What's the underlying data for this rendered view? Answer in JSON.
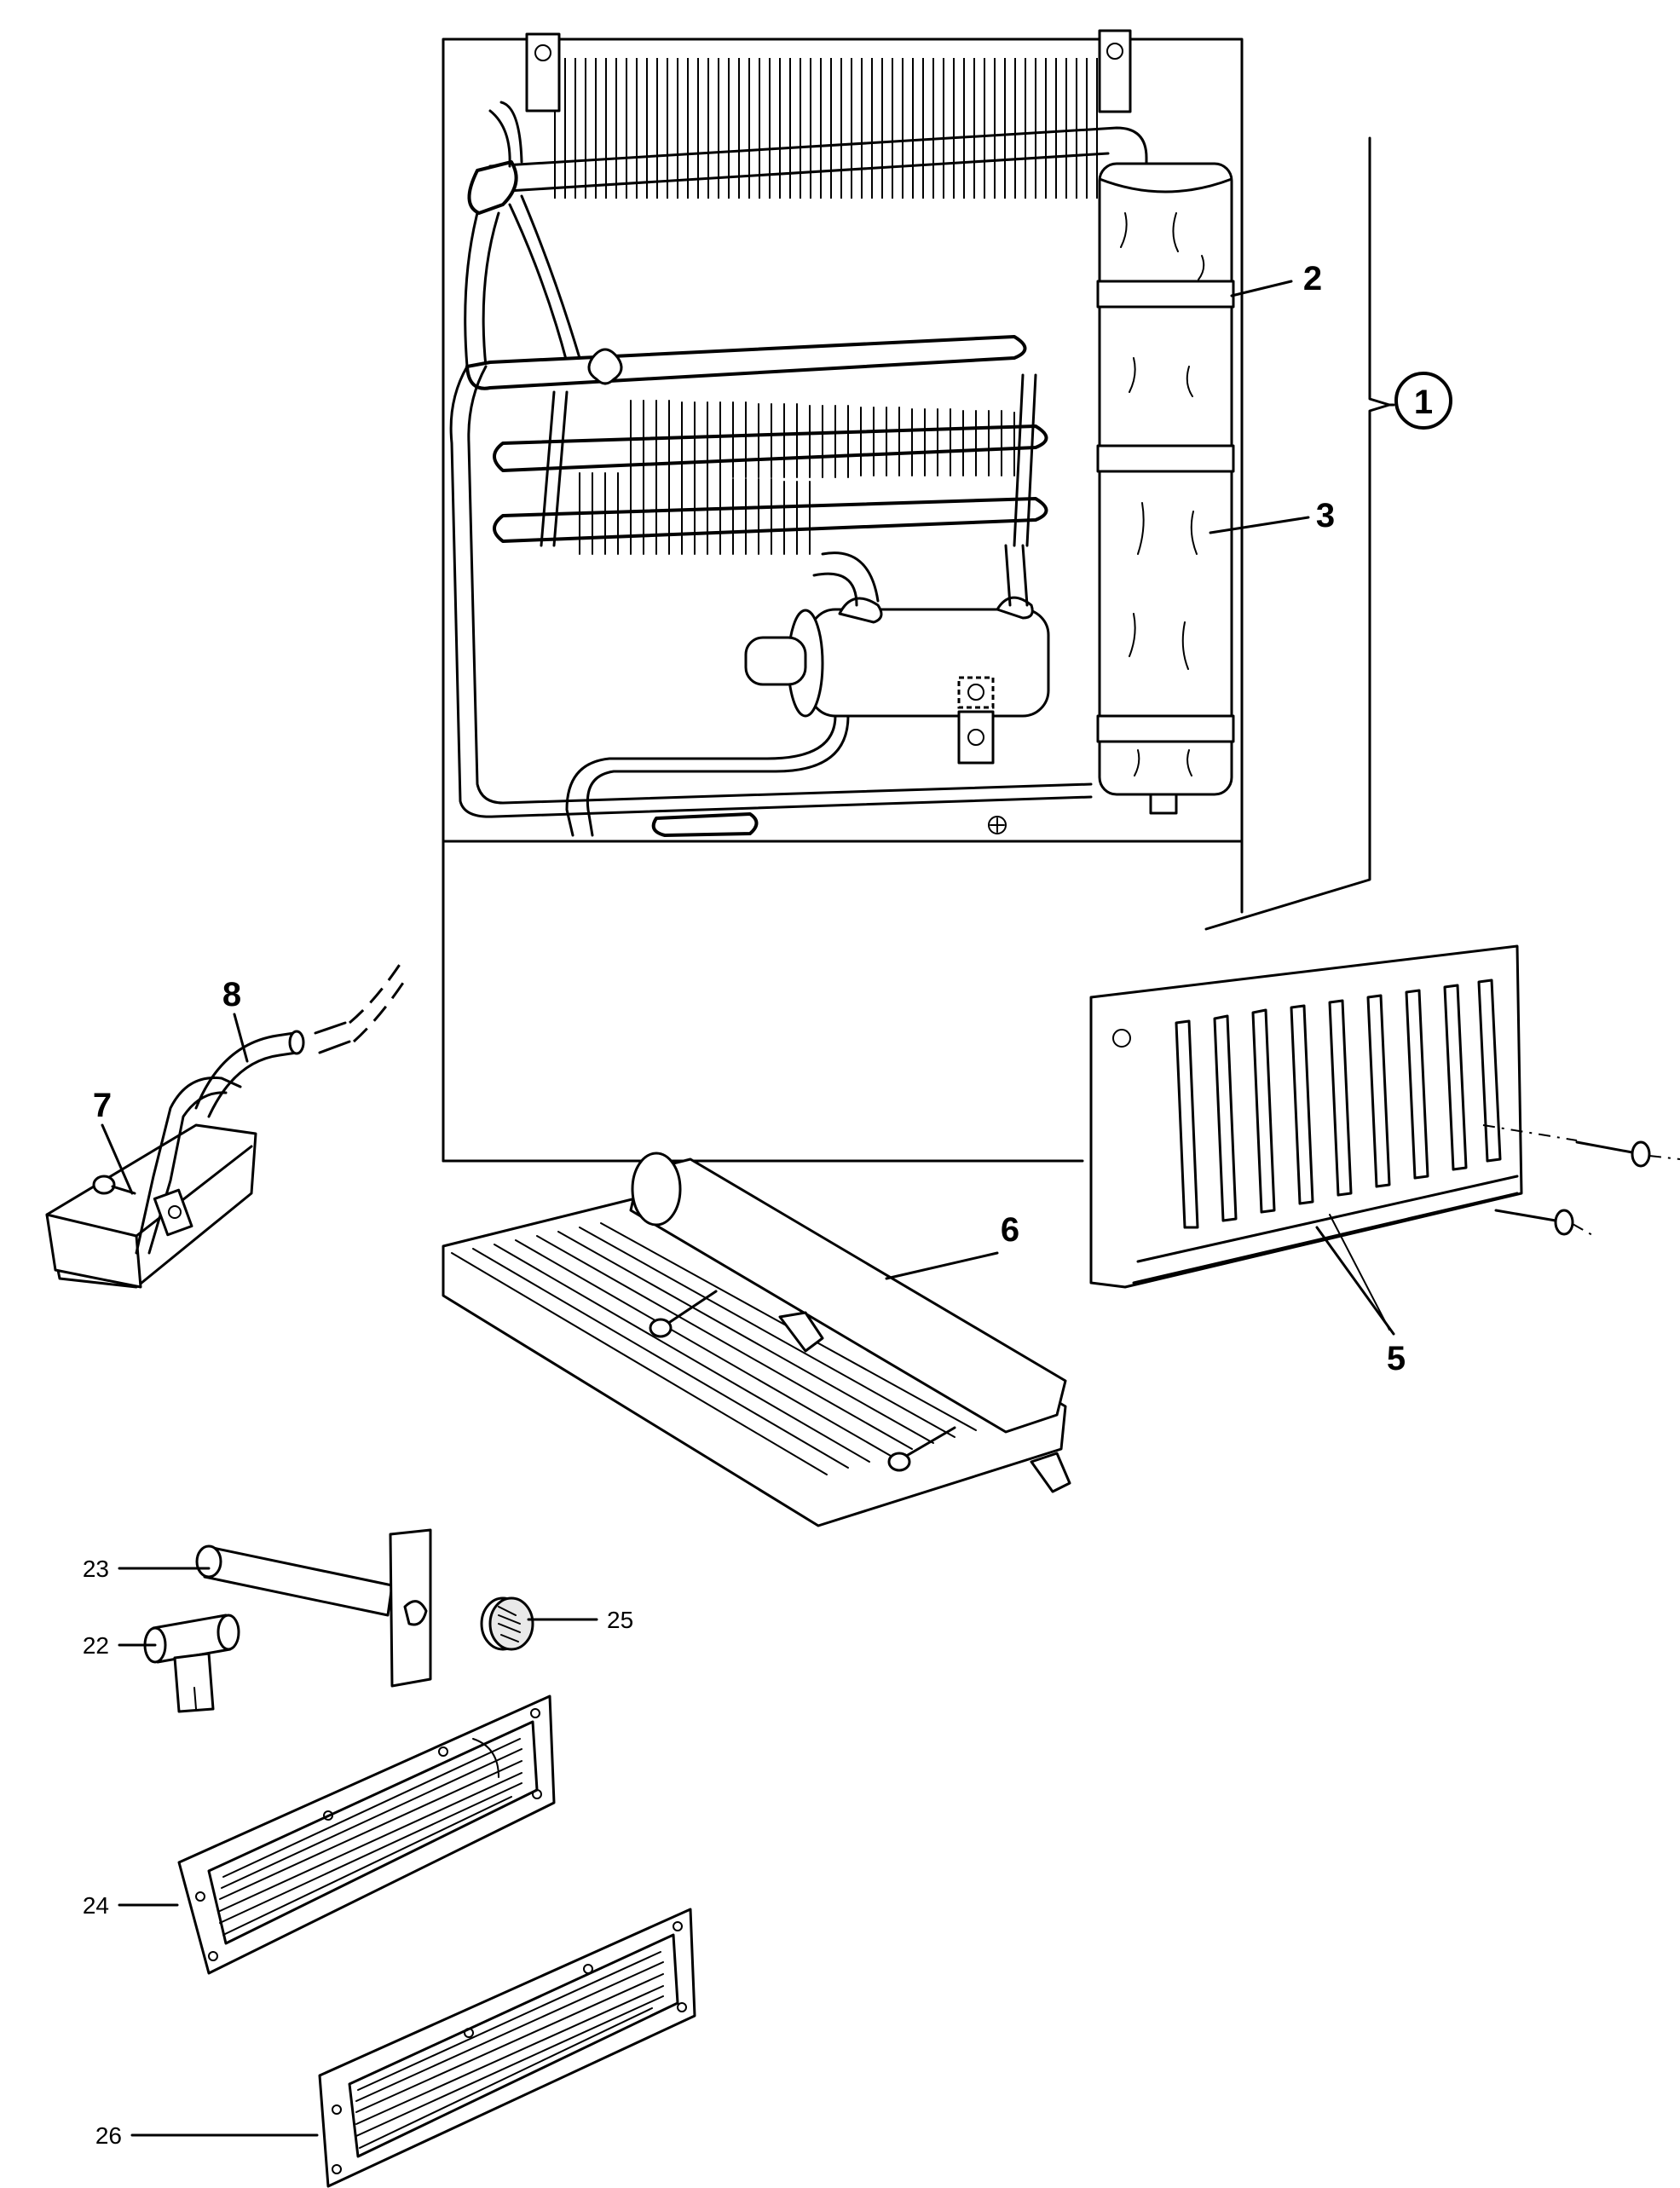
{
  "callouts": {
    "c1": "1",
    "c2": "2",
    "c3": "3",
    "c5": "5",
    "c6": "6",
    "c7": "7",
    "c8": "8",
    "c22": "22",
    "c23": "23",
    "c24": "24",
    "c25": "25",
    "c26": "26"
  }
}
